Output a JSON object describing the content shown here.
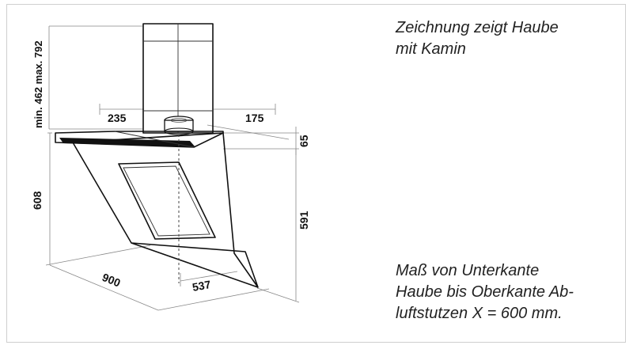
{
  "notes": {
    "top": "Zeichnung zeigt Haube\nmit Kamin",
    "bottom": "Maß von Unterkante\nHaube bis Oberkante Ab-\nluftstutzen X = 600 mm."
  },
  "dimensions": {
    "chimney_height": "min. 462  max. 792",
    "left_offset": "235",
    "right_offset": "175",
    "canopy_thickness": "65",
    "total_height": "608",
    "front_height": "591",
    "width": "900",
    "depth": "537"
  },
  "colors": {
    "outline": "#111111",
    "dimension_line": "#888888",
    "frame_border": "#cfcfcf"
  }
}
